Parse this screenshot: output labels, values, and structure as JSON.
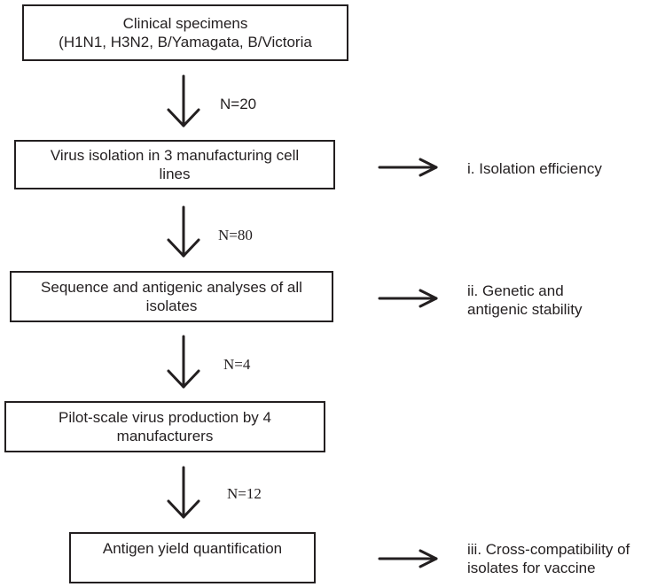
{
  "steps": [
    {
      "line1": "Clinical specimens",
      "line2": "(H1N1, H3N2, B/Yamagata, B/Victoria"
    },
    {
      "line1": "Virus isolation in 3 manufacturing cell",
      "line2": "lines"
    },
    {
      "line1": "Sequence and antigenic analyses of all",
      "line2": "isolates"
    },
    {
      "line1": "Pilot-scale virus production by 4",
      "line2": "manufacturers"
    },
    {
      "line1": "Antigen yield quantification",
      "line2": ""
    }
  ],
  "counts": [
    "N=20",
    "N=80",
    "N=4",
    "N=12"
  ],
  "outcomes": [
    {
      "line1": "i. Isolation efficiency",
      "line2": ""
    },
    {
      "line1": "ii. Genetic and",
      "line2": "antigenic stability"
    },
    {
      "line1": "iii. Cross-compatibility of",
      "line2": "isolates for vaccine"
    }
  ]
}
